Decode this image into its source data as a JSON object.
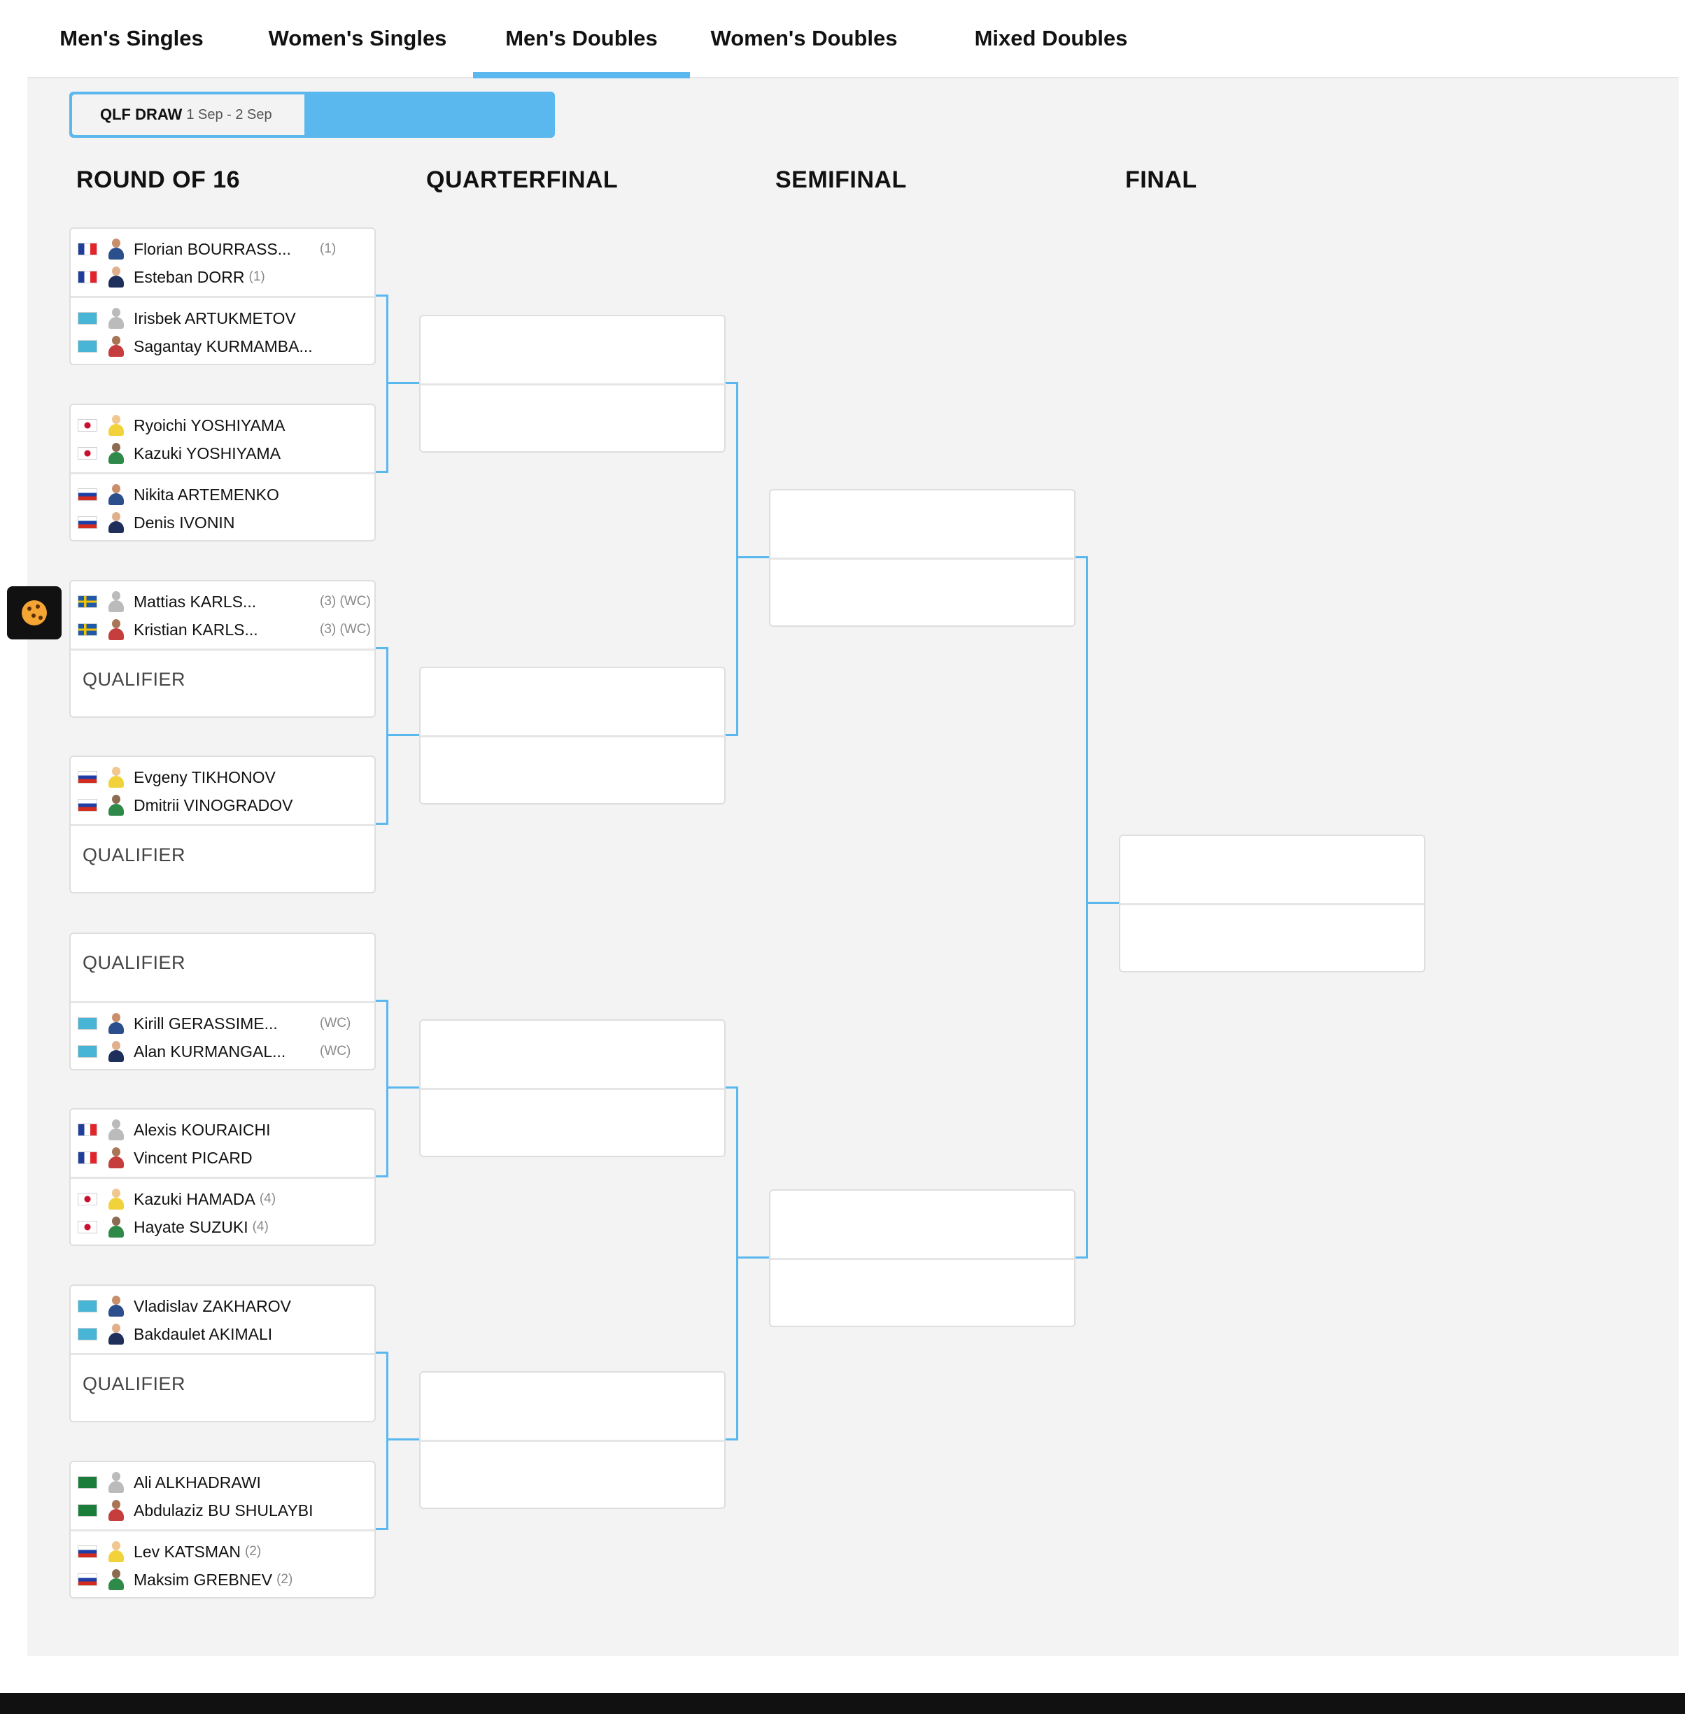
{
  "tabs": [
    {
      "label": "Men's Singles",
      "active": false
    },
    {
      "label": "Women's Singles",
      "active": false
    },
    {
      "label": "Men's Doubles",
      "active": true
    },
    {
      "label": "Women's Doubles",
      "active": false
    },
    {
      "label": "Mixed Doubles",
      "active": false
    }
  ],
  "draw_selector": {
    "label": "QLF DRAW",
    "dates": "1 Sep - 2 Sep"
  },
  "rounds": {
    "r16": "ROUND OF 16",
    "qf": "QUARTERFINAL",
    "sf": "SEMIFINAL",
    "final": "FINAL"
  },
  "colors": {
    "accent": "#5bb8ee",
    "panel_bg": "#f3f3f3"
  },
  "matches": [
    {
      "top": {
        "players": [
          {
            "flag": "FR",
            "name": "Florian BOURRASS...",
            "seed": "(1)"
          },
          {
            "flag": "FR",
            "name": "Esteban DORR",
            "seed": "(1)"
          }
        ]
      },
      "bot": {
        "players": [
          {
            "flag": "KZ",
            "name": "Irisbek ARTUKMETOV",
            "seed": ""
          },
          {
            "flag": "KZ",
            "name": "Sagantay KURMAMBA...",
            "seed": ""
          }
        ]
      }
    },
    {
      "top": {
        "players": [
          {
            "flag": "JP",
            "name": "Ryoichi YOSHIYAMA",
            "seed": ""
          },
          {
            "flag": "JP",
            "name": "Kazuki YOSHIYAMA",
            "seed": ""
          }
        ]
      },
      "bot": {
        "players": [
          {
            "flag": "RU",
            "name": "Nikita ARTEMENKO",
            "seed": ""
          },
          {
            "flag": "RU",
            "name": "Denis IVONIN",
            "seed": ""
          }
        ]
      }
    },
    {
      "top": {
        "players": [
          {
            "flag": "SE",
            "name": "Mattias KARLS...",
            "seed": "(3) (WC)"
          },
          {
            "flag": "SE",
            "name": "Kristian KARLS...",
            "seed": "(3) (WC)"
          }
        ]
      },
      "bot": {
        "qualifier": "QUALIFIER"
      }
    },
    {
      "top": {
        "players": [
          {
            "flag": "RU",
            "name": "Evgeny TIKHONOV",
            "seed": ""
          },
          {
            "flag": "RU",
            "name": "Dmitrii VINOGRADOV",
            "seed": ""
          }
        ]
      },
      "bot": {
        "qualifier": "QUALIFIER"
      }
    },
    {
      "top": {
        "qualifier": "QUALIFIER"
      },
      "bot": {
        "players": [
          {
            "flag": "KZ",
            "name": "Kirill GERASSIME...",
            "seed": "(WC)"
          },
          {
            "flag": "KZ",
            "name": "Alan KURMANGAL...",
            "seed": "(WC)"
          }
        ]
      }
    },
    {
      "top": {
        "players": [
          {
            "flag": "FR",
            "name": "Alexis KOURAICHI",
            "seed": ""
          },
          {
            "flag": "FR",
            "name": "Vincent PICARD",
            "seed": ""
          }
        ]
      },
      "bot": {
        "players": [
          {
            "flag": "JP",
            "name": "Kazuki HAMADA",
            "seed": "(4)"
          },
          {
            "flag": "JP",
            "name": "Hayate SUZUKI",
            "seed": "(4)"
          }
        ]
      }
    },
    {
      "top": {
        "players": [
          {
            "flag": "KZ",
            "name": "Vladislav ZAKHAROV",
            "seed": ""
          },
          {
            "flag": "KZ",
            "name": "Bakdaulet AKIMALI",
            "seed": ""
          }
        ]
      },
      "bot": {
        "qualifier": "QUALIFIER"
      }
    },
    {
      "top": {
        "players": [
          {
            "flag": "SA",
            "name": "Ali ALKHADRAWI",
            "seed": ""
          },
          {
            "flag": "SA",
            "name": "Abdulaziz BU SHULAYBI",
            "seed": ""
          }
        ]
      },
      "bot": {
        "players": [
          {
            "flag": "RU",
            "name": "Lev KATSMAN",
            "seed": "(2)"
          },
          {
            "flag": "RU",
            "name": "Maksim GREBNEV",
            "seed": "(2)"
          }
        ]
      }
    }
  ]
}
